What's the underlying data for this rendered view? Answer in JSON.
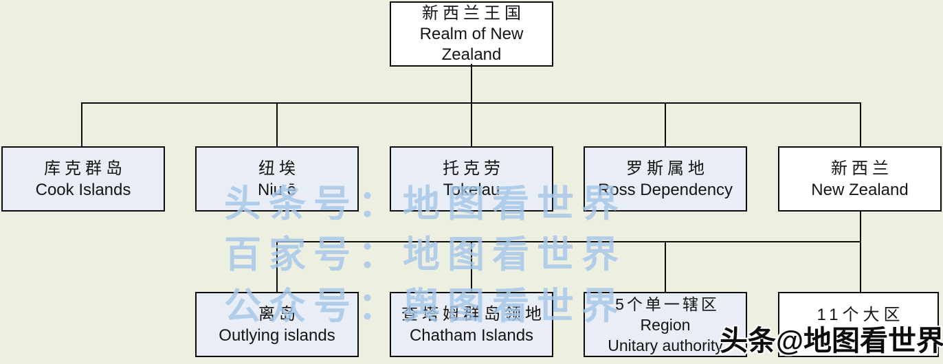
{
  "chart_title": {
    "cn": "新西兰王国",
    "en": "Realm of New Zealand"
  },
  "boxes": {
    "realm": {
      "cn": "新西兰王国",
      "en": "Realm of New Zealand"
    },
    "cook": {
      "cn": "库克群岛",
      "en": "Cook Islands"
    },
    "niue": {
      "cn": "纽埃",
      "en": "Niu ē"
    },
    "tokelau": {
      "cn": "托克劳",
      "en": "Tokelau"
    },
    "ross": {
      "cn": "罗斯属地",
      "en": "Ross Dependency"
    },
    "nz": {
      "cn": "新西兰",
      "en": "New Zealand"
    },
    "outlying": {
      "cn": "离岛",
      "en": "Outlying islands"
    },
    "chatham": {
      "cn": "查塔姆群岛领地",
      "en": "Chatham Islands"
    },
    "region": {
      "cn": "5个单一辖区",
      "en": "Region",
      "en2": "Unitary authority"
    },
    "eleven": {
      "cn": "11个大区",
      "en": ""
    }
  },
  "watermarks": {
    "row1": "头条号：地图看世界",
    "row2": "百家号：地图看世界",
    "row3": "公众号：舆图看世界",
    "corner": "头条@地图看世界"
  },
  "colors": {
    "background": "#edefe1",
    "node_fill_blue": "#e9edf5",
    "node_fill_white": "#ffffff",
    "border_and_lines": "#0b0b0b",
    "watermark_blue": "#a4c6e8",
    "watermark_corner_text": "#0c0c0c",
    "watermark_corner_outline": "#ffffff"
  }
}
